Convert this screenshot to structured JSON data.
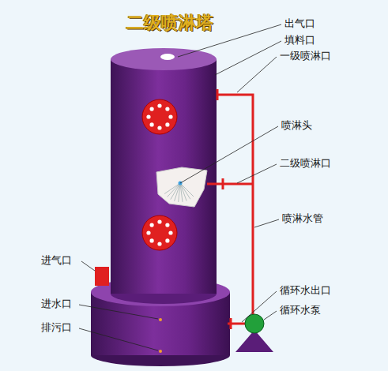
{
  "diagram": {
    "title": "二级喷淋塔",
    "labels": [
      "出气口",
      "填料口",
      "一级喷淋口",
      "喷淋头",
      "二级喷淋口",
      "喷淋水管",
      "循环水出口",
      "循环水泵",
      "进气口",
      "进水口",
      "排污口"
    ]
  }
}
